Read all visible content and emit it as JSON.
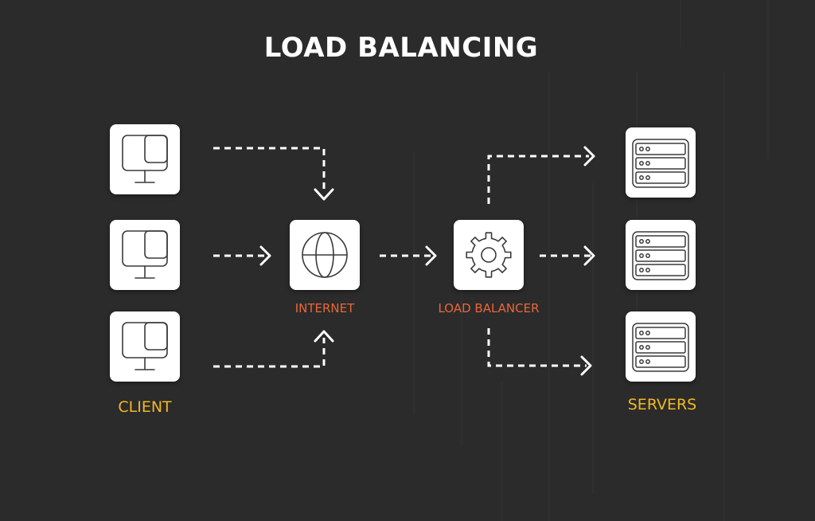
{
  "title": "LOAD BALANCING",
  "nodes": {
    "internet_label": "INTERNET",
    "load_balancer_label": "LOAD BALANCER",
    "client_label": "CLIENT",
    "servers_label": "SERVERS"
  },
  "colors": {
    "background": "#2b2b2b",
    "tile": "#ffffff",
    "icon_stroke": "#3a3a3a",
    "arrow": "#ffffff",
    "internet_label": "#e8673a",
    "load_balancer_label": "#e8673a",
    "client_label": "#f2b822",
    "servers_label": "#f2b822"
  },
  "icons": {
    "client": "monitor-icon",
    "internet": "globe-icon",
    "load_balancer": "gear-icon",
    "server": "server-rack-icon"
  }
}
